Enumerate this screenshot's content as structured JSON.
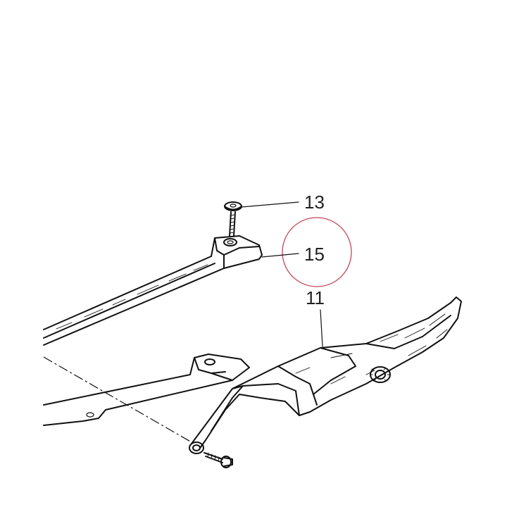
{
  "callouts": [
    {
      "id": "13"
    },
    {
      "id": "15"
    },
    {
      "id": "11"
    }
  ],
  "highlight": {
    "color": "#c0485a",
    "target": "15"
  },
  "line_color": "#111111"
}
